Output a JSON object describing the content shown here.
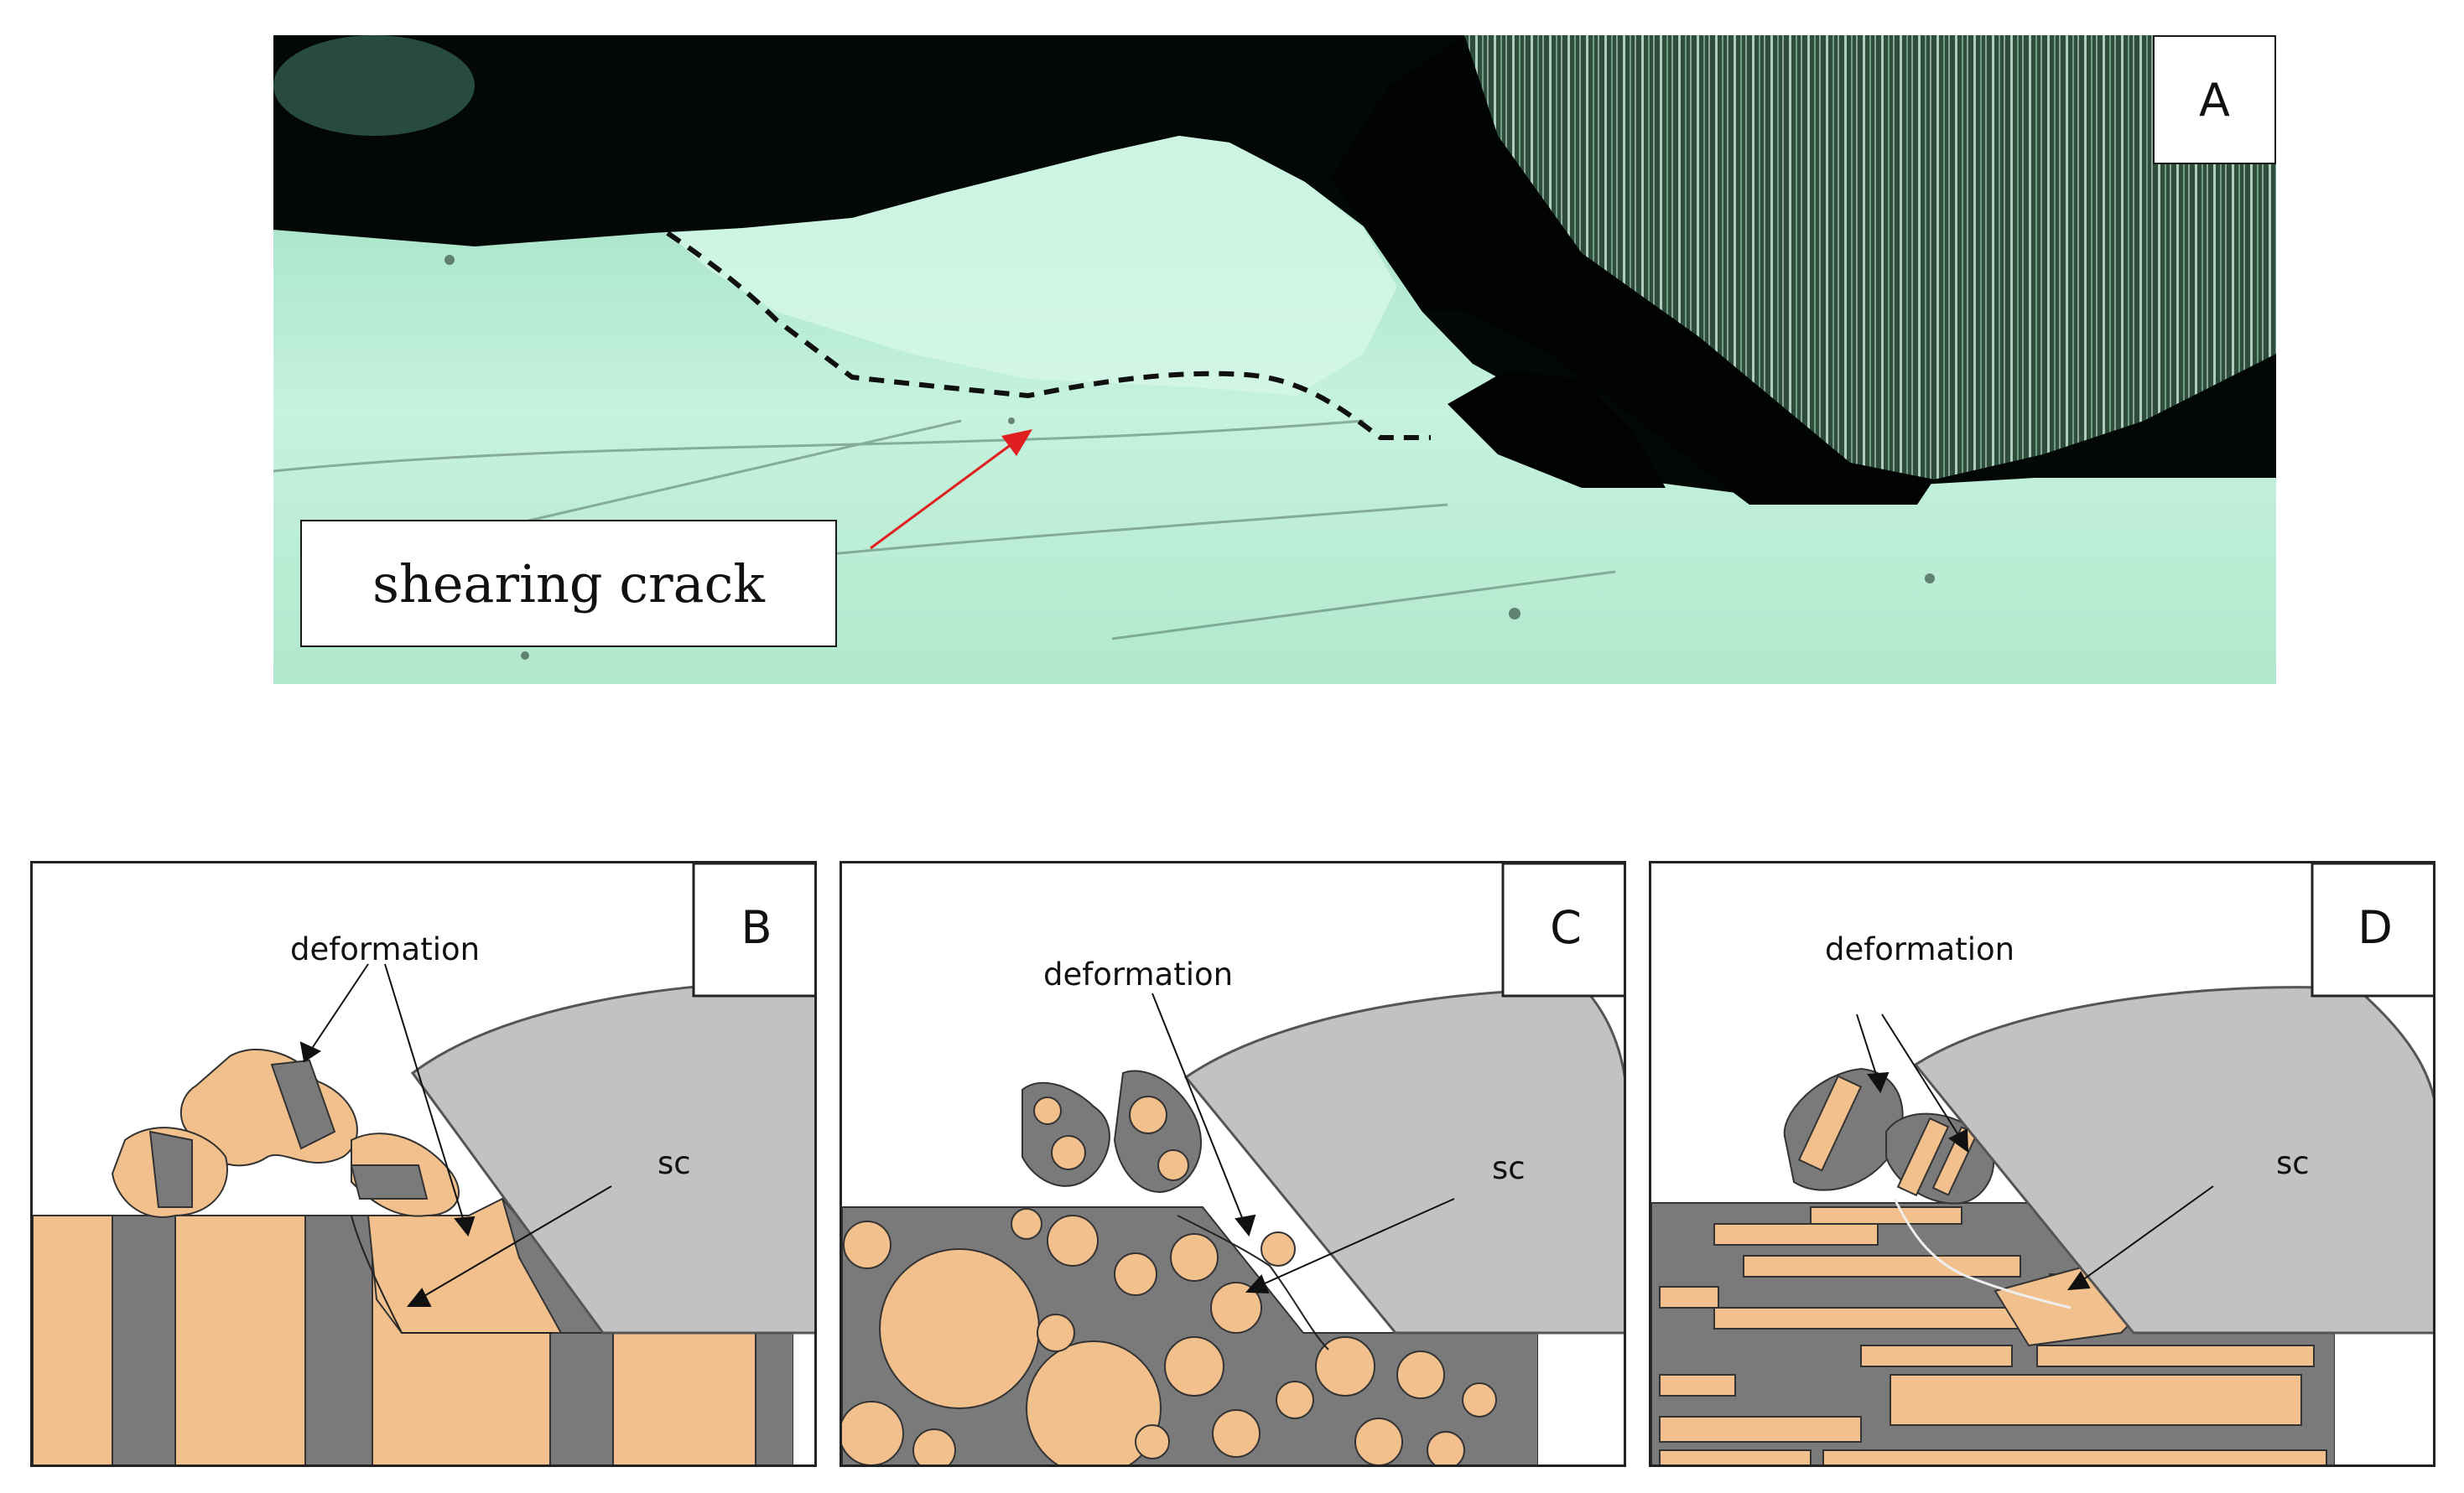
{
  "panel_a": {
    "letter": "A",
    "annotation": "shearing crack"
  },
  "panel_b": {
    "letter": "B",
    "label_deformation": "deformation",
    "label_sc": "sc"
  },
  "panel_c": {
    "letter": "C",
    "label_deformation": "deformation",
    "label_sc": "sc"
  },
  "panel_d": {
    "letter": "D",
    "label_deformation": "deformation",
    "label_sc": "sc"
  },
  "colors": {
    "fiber_tan": "#f1c08d",
    "matrix_gray": "#7a7a7a",
    "tool_gray": "#c2c2c2",
    "photo_green": "#b8ecd4",
    "arrow_red": "#e02020"
  }
}
